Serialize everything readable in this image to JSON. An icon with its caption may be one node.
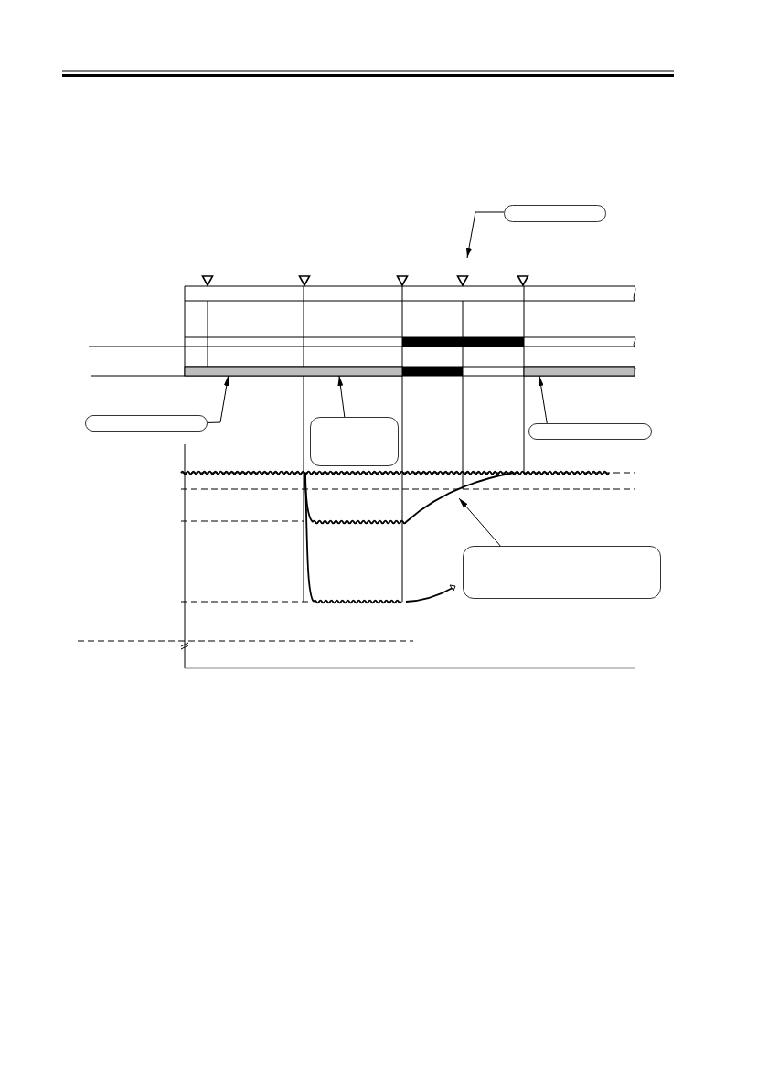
{
  "diagram": {
    "nodes": [
      {
        "text": [],
        "shape": "box"
      },
      {
        "text": [],
        "shape": "bar"
      },
      {
        "text": [],
        "shape": "bar"
      },
      {
        "text": [],
        "shape": "box"
      },
      {
        "text": [],
        "shape": "box"
      },
      {
        "text": [],
        "shape": "box"
      },
      {
        "text": [],
        "shape": "box"
      }
    ],
    "edges": [
      {
        "from": 0,
        "to": null,
        "arrow": "to"
      },
      {
        "from": 3,
        "to": 1,
        "arrow": "to"
      },
      {
        "from": 4,
        "to": 1,
        "arrow": "to"
      },
      {
        "from": 5,
        "to": 2,
        "arrow": "to"
      },
      {
        "from": 6,
        "to": null,
        "arrow": "to"
      }
    ]
  }
}
